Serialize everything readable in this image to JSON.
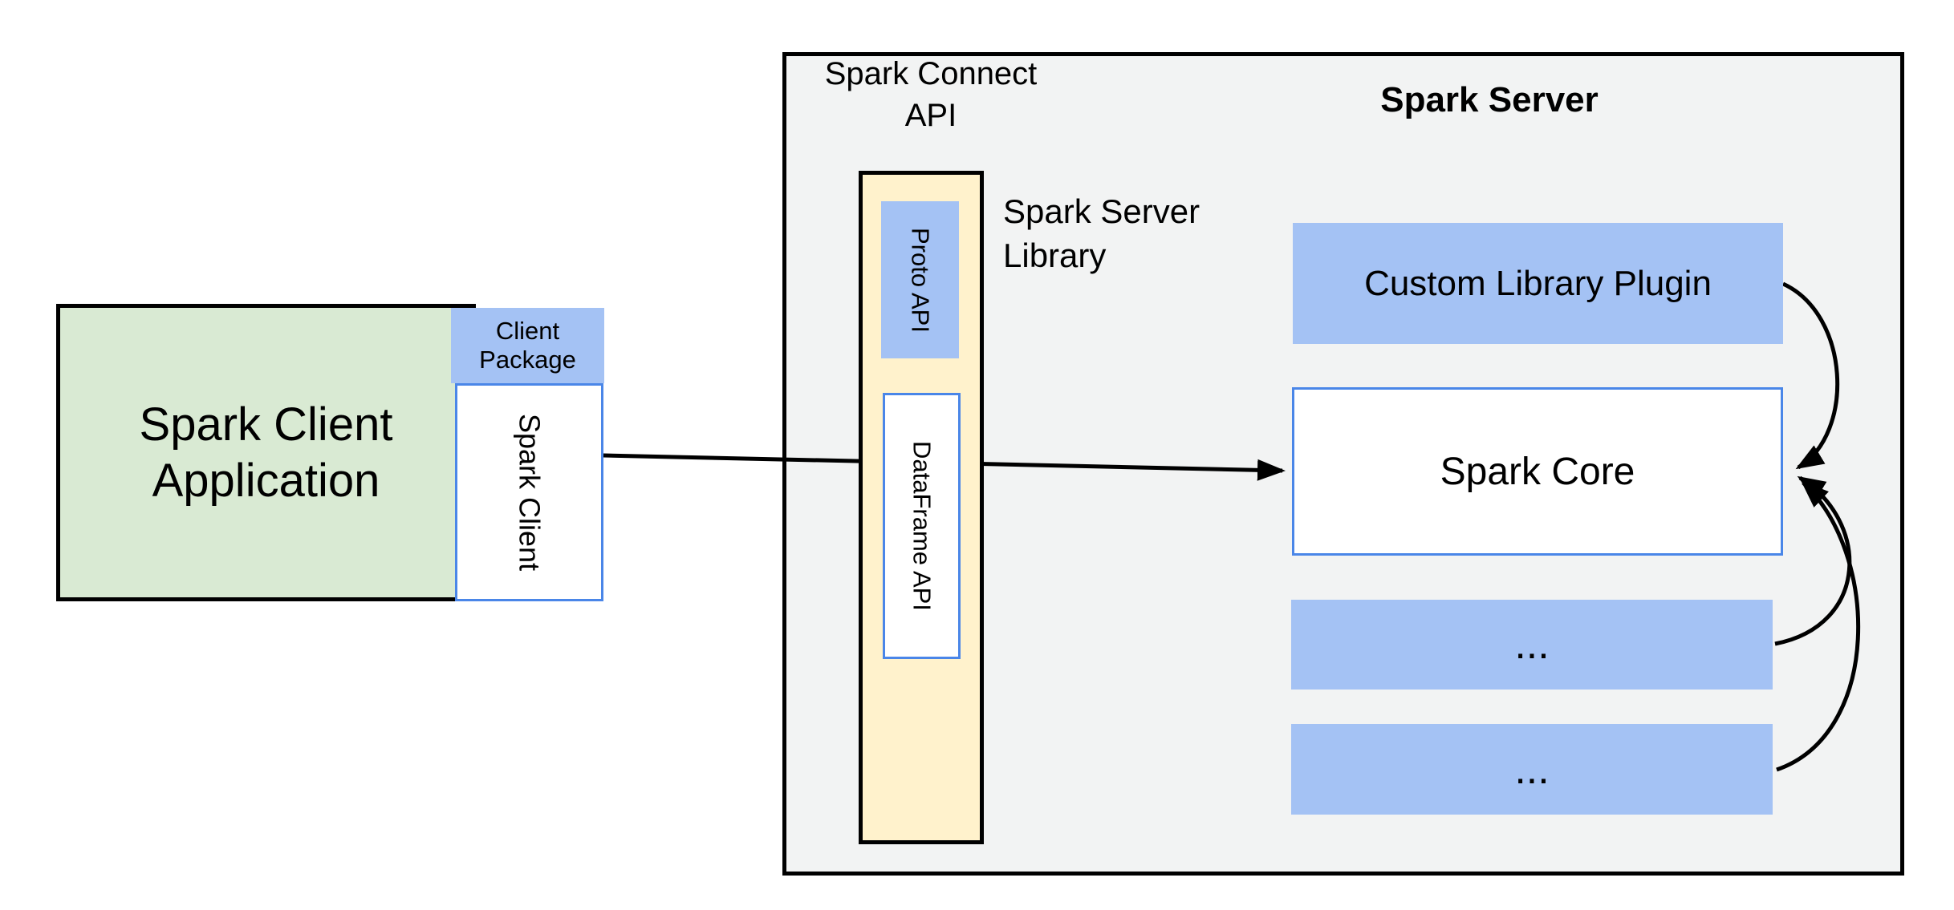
{
  "client": {
    "application_label": "Spark Client\nApplication",
    "package_label": "Client\nPackage",
    "spark_client_label": "Spark Client"
  },
  "connect_api": {
    "title": "Spark Connect\nAPI",
    "proto_label": "Proto API",
    "dataframe_label": "DataFrame API",
    "server_library_label": "Spark Server\nLibrary"
  },
  "server": {
    "title": "Spark Server",
    "plugin_label": "Custom Library Plugin",
    "core_label": "Spark Core",
    "extension_1_label": "...",
    "extension_2_label": "..."
  },
  "colors": {
    "client_app_fill": "#d9ead3",
    "accent_blue_fill": "#a4c2f4",
    "api_fill": "#fff2cc",
    "server_fill": "#f2f3f3",
    "box_border_blue": "#4a86e8",
    "line_black": "#000000"
  }
}
